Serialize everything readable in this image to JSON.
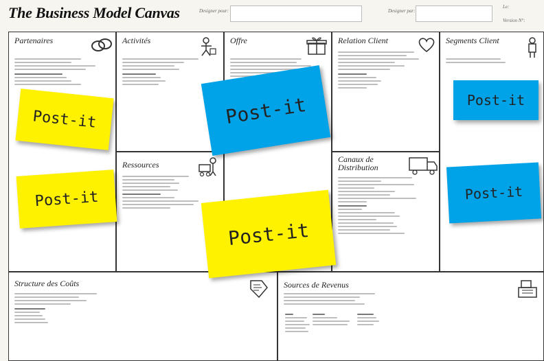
{
  "header": {
    "title": "The Business Model Canvas",
    "designed_for_label": "Designer pour:",
    "designed_by_label": "Designer par:",
    "date_label": "Le:",
    "version_label": "Version N°:"
  },
  "blocks": {
    "partners": {
      "title": "Partenaires",
      "icon": "chain-link-icon"
    },
    "activities": {
      "title": "Activités",
      "icon": "worker-icon"
    },
    "offer": {
      "title": "Offre",
      "icon": "gift-box-icon"
    },
    "relationship": {
      "title": "Relation Client",
      "icon": "heart-icon"
    },
    "segments": {
      "title": "Segments Client",
      "icon": "person-icon"
    },
    "resources": {
      "title": "Ressources",
      "icon": "worker-cart-icon"
    },
    "channels": {
      "title_line1": "Canaux de",
      "title_line2": "Distribution",
      "icon": "truck-icon"
    },
    "costs": {
      "title": "Structure des Coûts",
      "icon": "price-tag-icon"
    },
    "revenues": {
      "title": "Sources de Revenus",
      "icon": "cash-register-icon"
    }
  },
  "postits": [
    {
      "text": "Post-it",
      "color": "#fff200"
    },
    {
      "text": "Post-it",
      "color": "#fff200"
    },
    {
      "text": "Post-it",
      "color": "#00a2e8"
    },
    {
      "text": "Post-it",
      "color": "#fff200"
    },
    {
      "text": "Post-it",
      "color": "#00a2e8"
    },
    {
      "text": "Post-it",
      "color": "#00a2e8"
    }
  ]
}
